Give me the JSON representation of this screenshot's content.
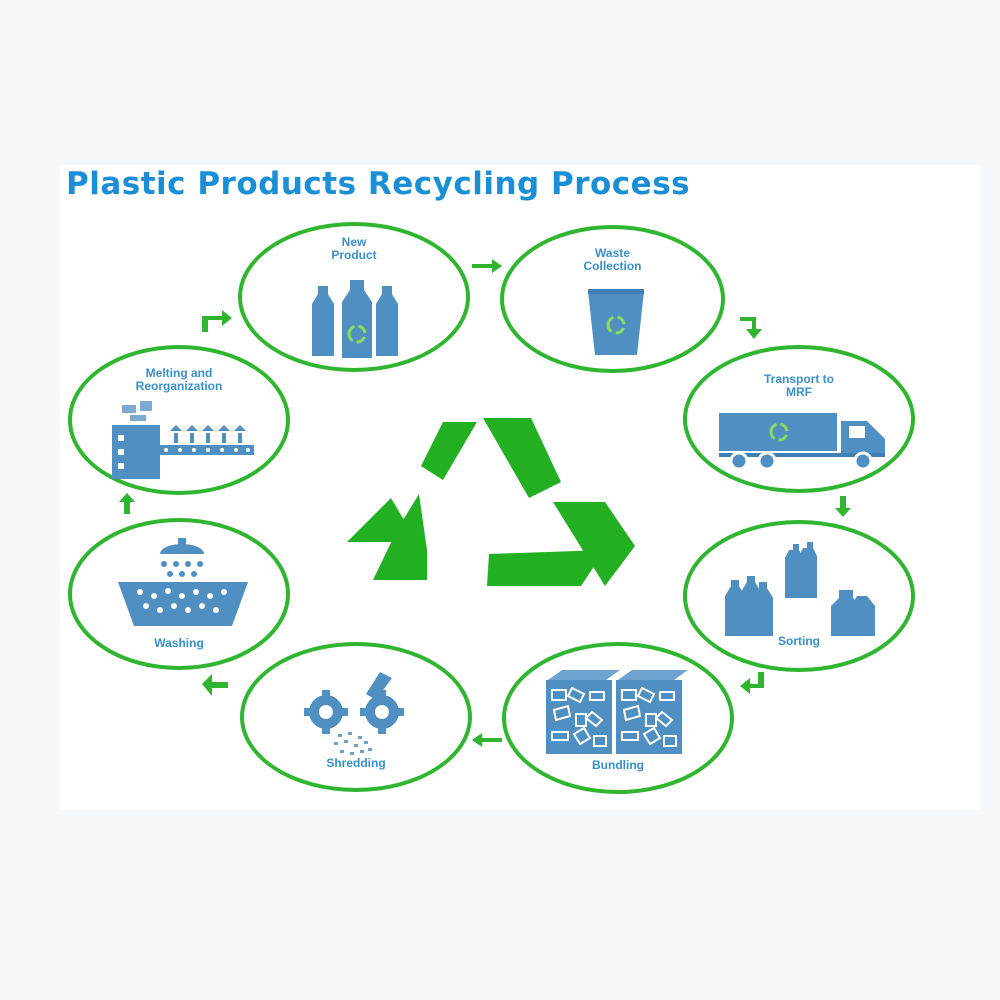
{
  "title": "Plastic Products Recycling Process",
  "steps": [
    {
      "label": "New\nProduct",
      "icon": "bottles-icon"
    },
    {
      "label": "Waste\nCollection",
      "icon": "recycle-bin-icon"
    },
    {
      "label": "Transport to\nMRF",
      "icon": "truck-icon"
    },
    {
      "label": "Sorting",
      "icon": "sorted-bottles-icon"
    },
    {
      "label": "Bundling",
      "icon": "bales-icon"
    },
    {
      "label": "Shredding",
      "icon": "shredder-icon"
    },
    {
      "label": "Washing",
      "icon": "washing-basin-icon"
    },
    {
      "label": "Melting and\nReorganization",
      "icon": "extruder-icon"
    }
  ],
  "colors": {
    "ring": "#2fb52f",
    "icon": "#4f8fc2",
    "text": "#3a8fc9",
    "title": "#1b8fd6",
    "recycle": "#22b022"
  }
}
